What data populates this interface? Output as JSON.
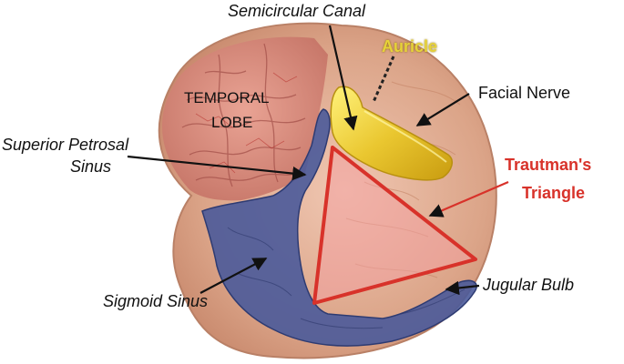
{
  "labels": {
    "semicircular_canal": "Semicircular Canal",
    "auricle": "Auricle",
    "temporal_lobe_1": "TEMPORAL",
    "temporal_lobe_2": "LOBE",
    "facial_nerve": "Facial Nerve",
    "superior_petrosal_1": "Superior Petrosal",
    "superior_petrosal_2": "Sinus",
    "trautman_1": "Trautman's",
    "trautman_2": "Triangle",
    "jugular_bulb": "Jugular Bulb",
    "sigmoid_sinus": "Sigmoid Sinus"
  },
  "colors": {
    "tissue": "#d9a48a",
    "brain": "#d98c7e",
    "sinus": "#4a5a9a",
    "auricle_text": "#e6d23a",
    "canal": "#e8c82a",
    "triangle_line": "#d8322a",
    "triangle_fill": "#f2a0a0",
    "trautman_text": "#d8322a",
    "label_text": "#111111"
  }
}
